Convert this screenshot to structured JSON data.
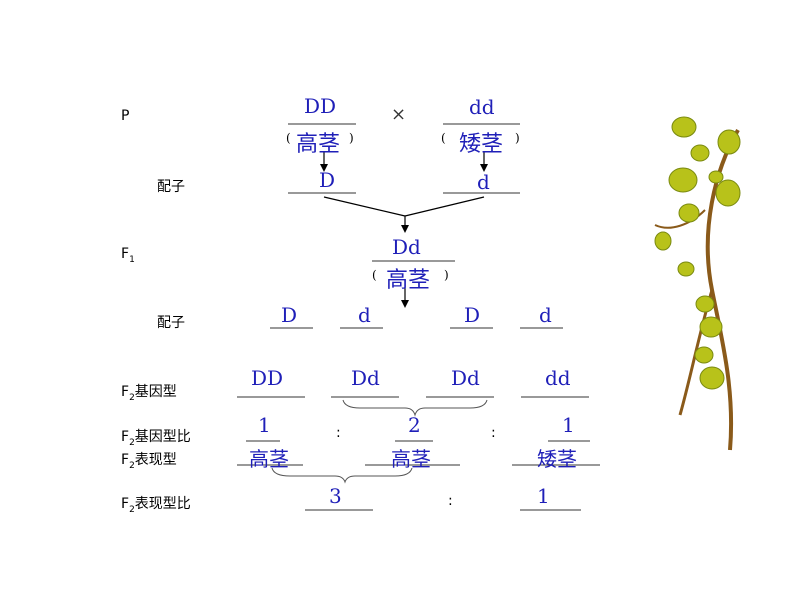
{
  "labels": {
    "p": "P",
    "gamete1": "配子",
    "f1": "F",
    "f1_sub": "1",
    "gamete2": "配子",
    "f2_genotype": "基因型",
    "f2_genotype_ratio": "基因型比",
    "f2_phenotype": "表现型",
    "f2_phenotype_ratio": "表现型比",
    "f2_prefix": "F",
    "f2_sub": "2"
  },
  "parents": {
    "left_genotype": "DD",
    "left_phenotype": "高茎",
    "cross": "×",
    "right_genotype": "dd",
    "right_phenotype": "矮茎",
    "paren_open": "(",
    "paren_close": ")"
  },
  "parent_gametes": {
    "left": "D",
    "right": "d"
  },
  "f1": {
    "genotype": "Dd",
    "phenotype": "高茎"
  },
  "f1_gametes": [
    "D",
    "d",
    "D",
    "d"
  ],
  "f2": {
    "genotypes": [
      "DD",
      "Dd",
      "Dd",
      "dd"
    ],
    "genotype_ratio": [
      "1",
      "2",
      "1"
    ],
    "phenotypes": [
      "高茎",
      "高茎",
      "矮茎"
    ],
    "phenotype_ratio": [
      "3",
      "1"
    ],
    "colon": ":"
  },
  "colors": {
    "answer_blue": "#1f1fb8",
    "leaf_green": "#b8c21a",
    "stem_brown": "#8a5a1a"
  }
}
